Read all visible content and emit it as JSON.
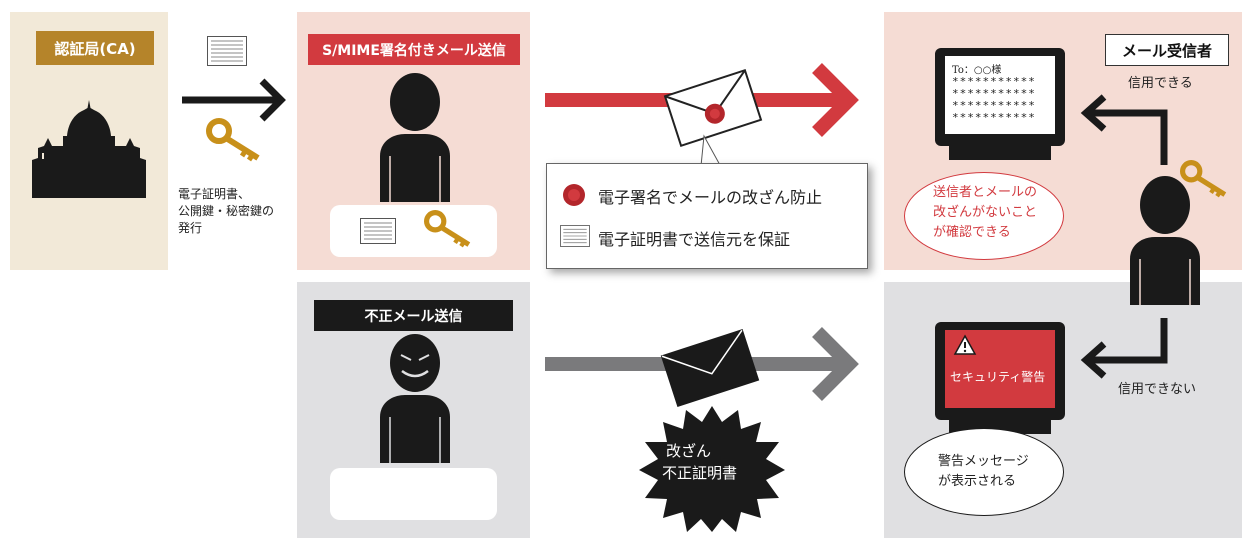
{
  "ca": {
    "label": "認証局(CA)",
    "issue_text": [
      "電子証明書、",
      "公開鍵・秘密鍵の",
      "発行"
    ]
  },
  "sender": {
    "label": "S/MIME署名付きメール送信"
  },
  "callout": {
    "line1": "電子署名でメールの改ざん防止",
    "line2": "電子証明書で送信元を保証"
  },
  "fraud": {
    "label": "不正メール送信",
    "burst_text": [
      "改ざん",
      "不正証明書"
    ]
  },
  "receiver": {
    "label": "メール受信者",
    "trust_text": "信用できる",
    "untrust_text": "信用できない",
    "screen_to": "To：○○様",
    "screen_stars": [
      "***********",
      "***********",
      "***********",
      "***********"
    ],
    "ellipse_red": [
      "送信者とメールの",
      "改ざんがないこと",
      "が確認できる"
    ],
    "warning_label": "セキュリティ警告",
    "ellipse_warning": [
      "警告メッセージ",
      "が表示される"
    ]
  },
  "colors": {
    "ca_bg": "#f2e9d8",
    "ca_label": "#b5842a",
    "pink_bg": "#f5dcd4",
    "red": "#d23a3f",
    "gray_bg": "#e0e0e2",
    "gray_arrow": "#7a7a7c",
    "key_gold": "#c8901a",
    "dark": "#1a1a1a"
  }
}
